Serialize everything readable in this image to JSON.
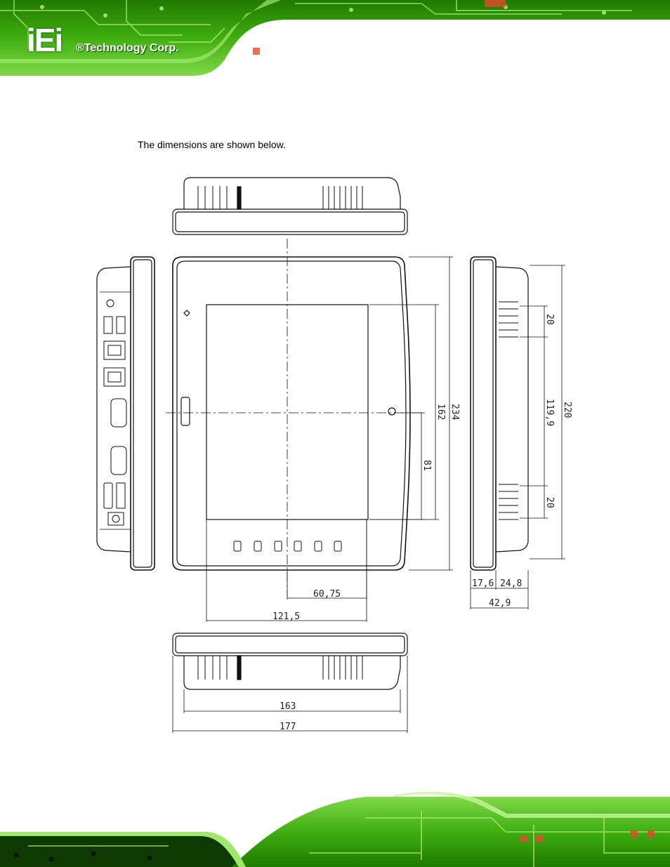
{
  "header": {
    "logo_mark": "iEi",
    "logo_text": "®Technology Corp."
  },
  "body": {
    "caption": "The dimensions are shown below."
  },
  "dimensions": {
    "front_height_total": "234",
    "front_height_display": "162",
    "front_half_display": "81",
    "front_half_width": "60,75",
    "front_width_display": "121,5",
    "bottom_width_inner": "163",
    "bottom_width_total": "177",
    "side_height_total": "220",
    "side_upper_offset": "20",
    "side_middle": "119,9",
    "side_lower_offset": "20",
    "side_depth_front": "17,6",
    "side_depth_rear": "24,8",
    "side_depth_total": "42,9"
  }
}
